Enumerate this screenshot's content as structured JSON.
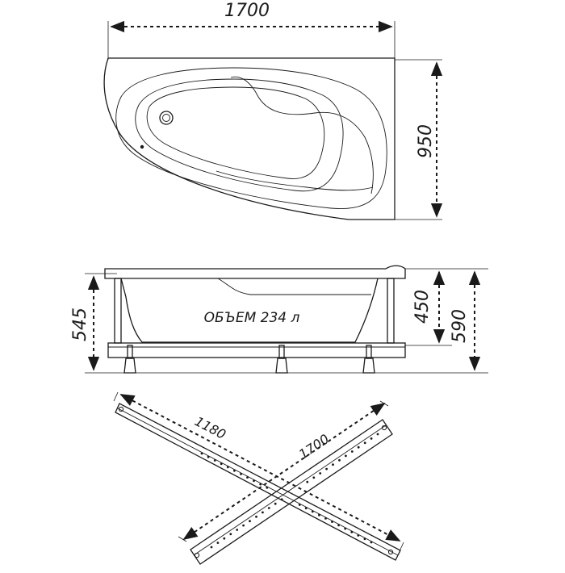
{
  "top_view": {
    "width_label": "1700",
    "depth_label": "950"
  },
  "side_view": {
    "volume_label": "ОБЪЕМ 234 л",
    "height_label_left": "545",
    "height_label_mid": "450",
    "height_label_right": "590"
  },
  "frame": {
    "bar_short_label": "1180",
    "bar_long_label": "1700"
  }
}
